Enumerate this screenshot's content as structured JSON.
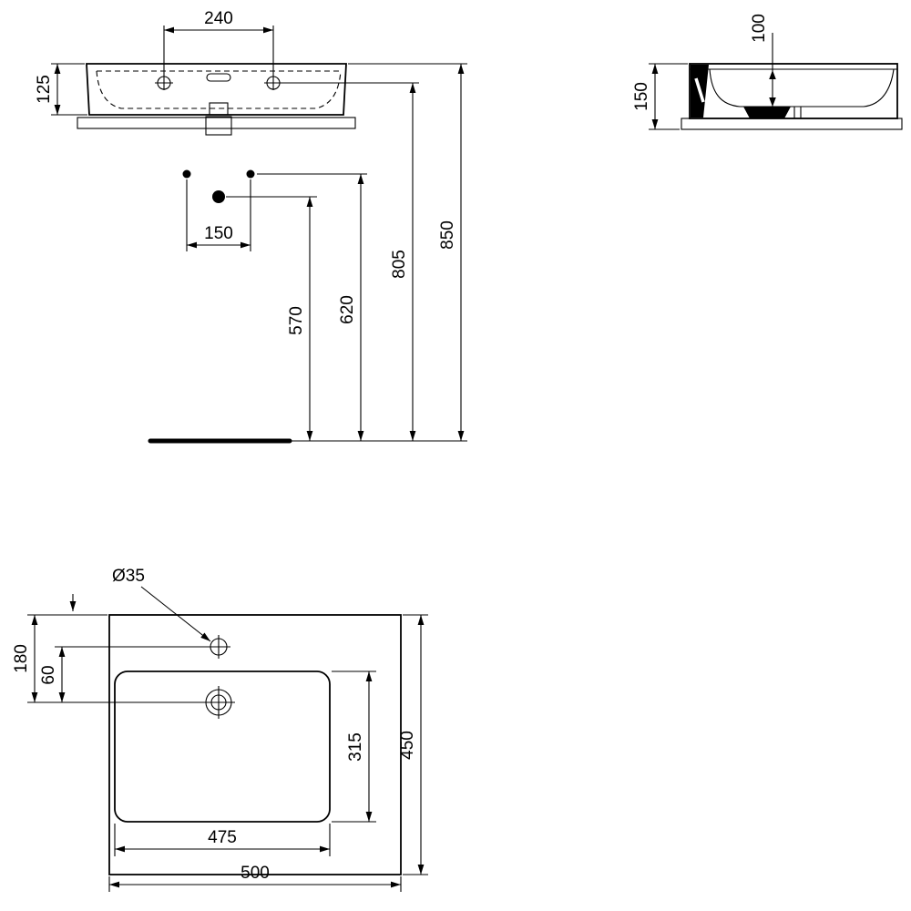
{
  "drawing": {
    "colors": {
      "line": "#000000",
      "background": "#ffffff"
    },
    "front_view": {
      "hole_spacing": "240",
      "front_height": "125",
      "supply_spacing": "150",
      "drain_height": "570",
      "supply_height": "620",
      "fixing_height": "805",
      "rim_height": "850"
    },
    "side_view": {
      "bowl_depth": "100",
      "overall_height": "150"
    },
    "plan_view": {
      "tap_hole_diameter": "Ø35",
      "drain_setback": "180",
      "tap_hole_setback": "60",
      "bowl_depth": "315",
      "overall_depth": "450",
      "bowl_width": "475",
      "overall_width": "500"
    }
  }
}
